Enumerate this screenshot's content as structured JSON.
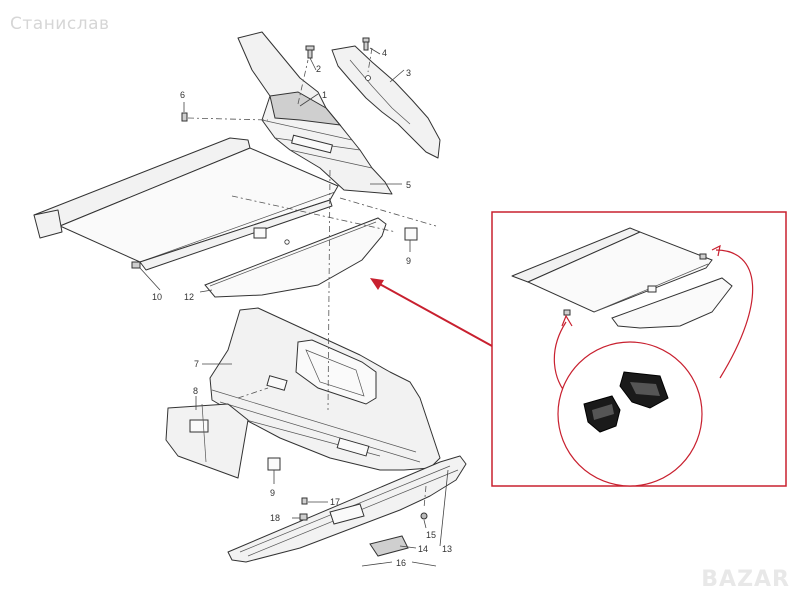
{
  "watermark": "Станислав",
  "logo_text": "BAZAR",
  "callouts": [
    {
      "id": "c1",
      "label": "1"
    },
    {
      "id": "c2",
      "label": "2"
    },
    {
      "id": "c3",
      "label": "3"
    },
    {
      "id": "c4",
      "label": "4"
    },
    {
      "id": "c5",
      "label": "5"
    },
    {
      "id": "c6",
      "label": "6"
    },
    {
      "id": "c7",
      "label": "7"
    },
    {
      "id": "c8",
      "label": "8"
    },
    {
      "id": "c9a",
      "label": "9"
    },
    {
      "id": "c9b",
      "label": "9"
    },
    {
      "id": "c10",
      "label": "10"
    },
    {
      "id": "c12",
      "label": "12"
    },
    {
      "id": "c13",
      "label": "13"
    },
    {
      "id": "c14",
      "label": "14"
    },
    {
      "id": "c15",
      "label": "15"
    },
    {
      "id": "c16",
      "label": "16"
    },
    {
      "id": "c17",
      "label": "17"
    },
    {
      "id": "c18",
      "label": "18"
    }
  ],
  "colors": {
    "accent": "#c8202f",
    "line": "#333333",
    "fill": "#f2f2f2"
  }
}
